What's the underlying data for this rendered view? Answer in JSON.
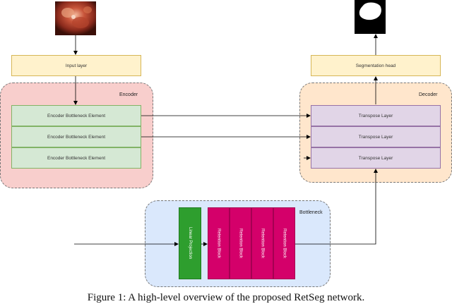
{
  "input": {
    "label": "Input layer"
  },
  "output": {
    "label": "Segmentation head"
  },
  "encoder": {
    "title": "Encoder",
    "elements": [
      "Encoder Bottleneck Element",
      "Encoder Bottleneck Element",
      "Encoder Bottleneck Element"
    ]
  },
  "decoder": {
    "title": "Decoder",
    "elements": [
      "Transpose Layer",
      "Transpose Layer",
      "Transpose Layer"
    ]
  },
  "bottleneck": {
    "title": "Bottleneck",
    "projection": "Linear Projection",
    "blocks": [
      "Retention Block",
      "Retention Block",
      "Retention Block",
      "Retention Block"
    ]
  },
  "caption": "Figure 1: A high-level overview of the proposed RetSeg network.",
  "colors": {
    "encoder_group": "#f8cecc",
    "decoder_group": "#ffe6cc",
    "bottleneck_group": "#dae8fc",
    "input_box": "#fff2cc",
    "encoder_box": "#d5e8d4",
    "decoder_box": "#e1d5e7",
    "projection": "#2e9e2e",
    "retention": "#d4006a"
  },
  "icons": [
    "endoscopy-image",
    "segmentation-mask-image"
  ]
}
